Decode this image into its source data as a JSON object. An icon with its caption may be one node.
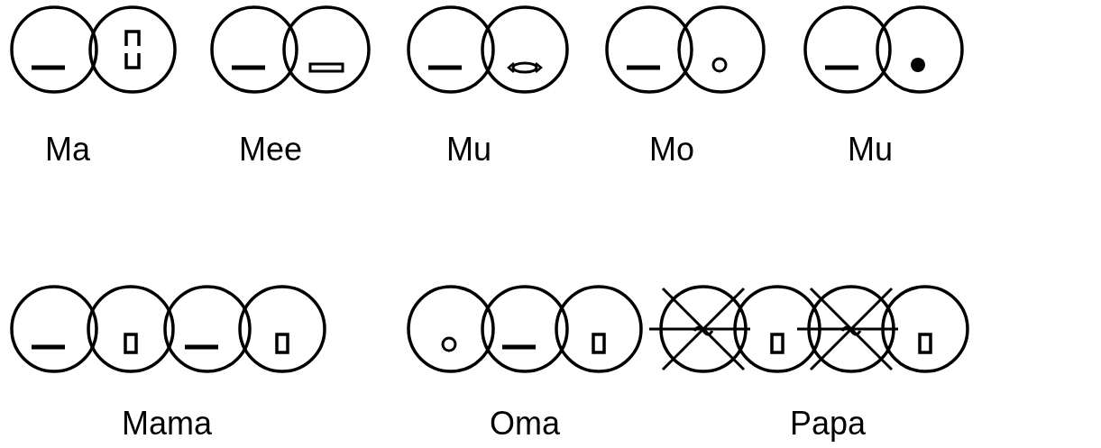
{
  "diagram": {
    "labels": [
      "Ma",
      "Mee",
      "Mu",
      "Mo",
      "Mu",
      "Mama",
      "Oma",
      "Papa"
    ]
  }
}
